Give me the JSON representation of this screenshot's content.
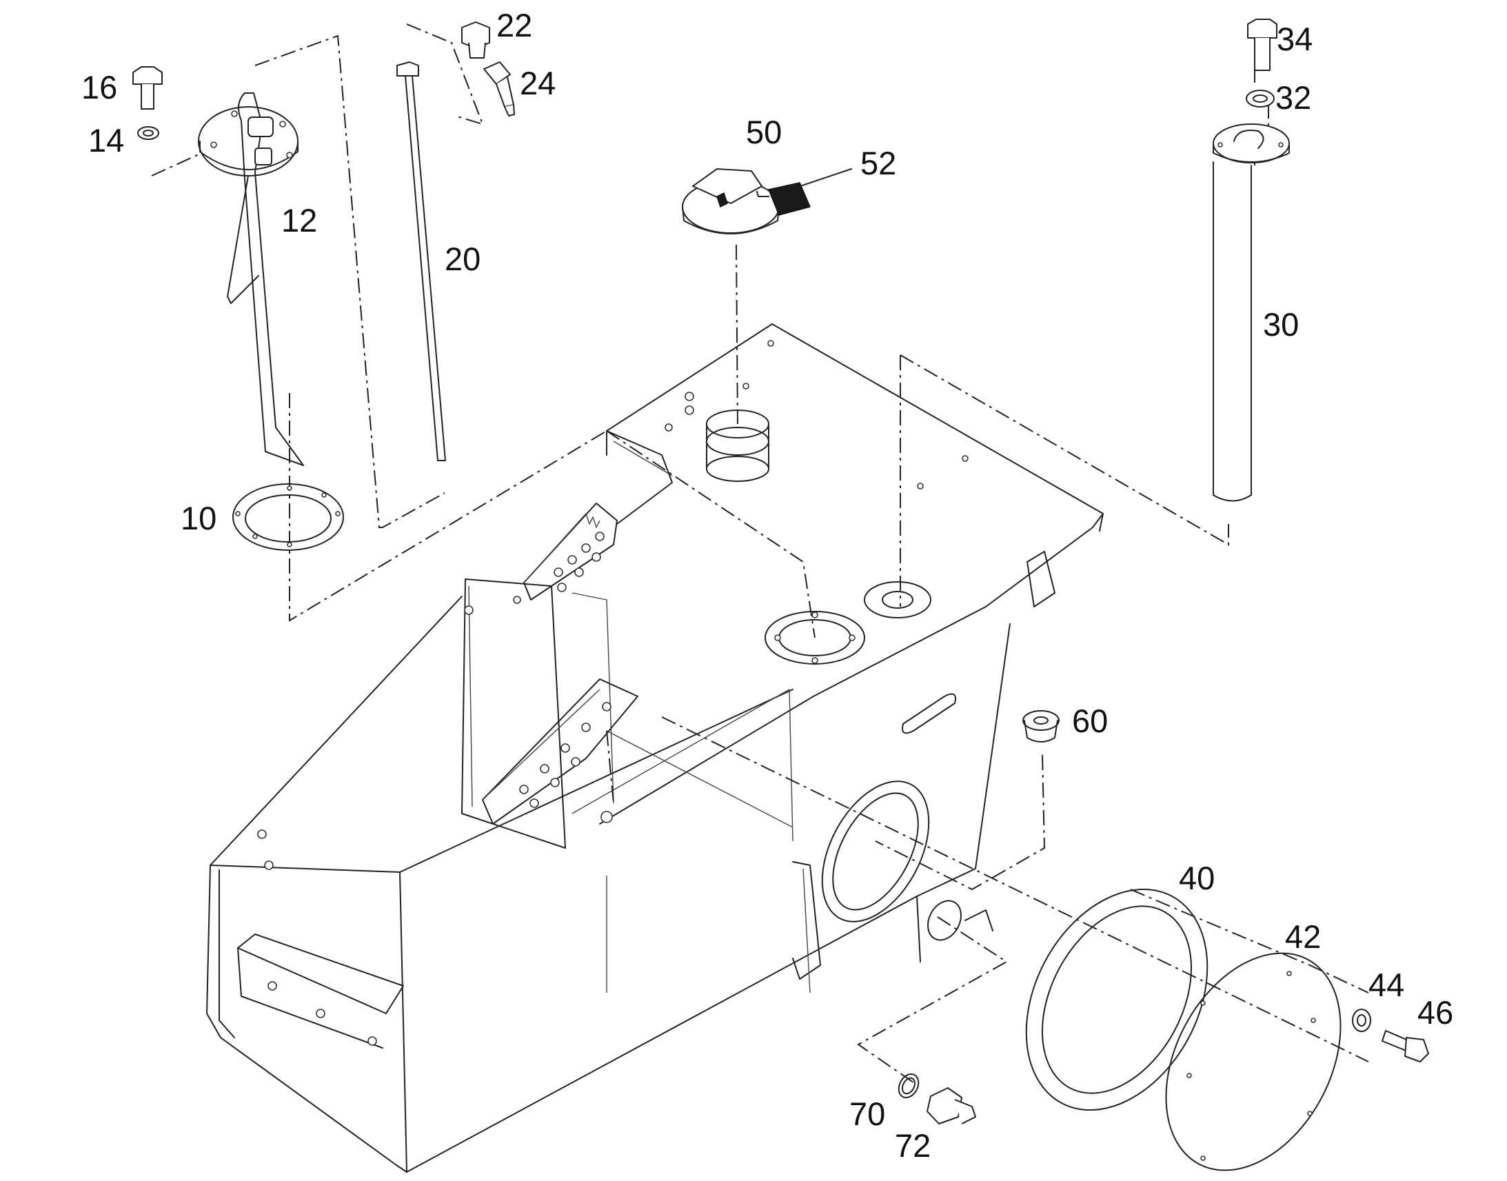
{
  "diagram": {
    "type": "exploded-parts-view",
    "line_color": "#222222",
    "background": "#ffffff",
    "callouts": [
      "10",
      "12",
      "14",
      "16",
      "20",
      "22",
      "24",
      "30",
      "32",
      "34",
      "40",
      "42",
      "44",
      "46",
      "50",
      "52",
      "60",
      "70",
      "72"
    ]
  }
}
